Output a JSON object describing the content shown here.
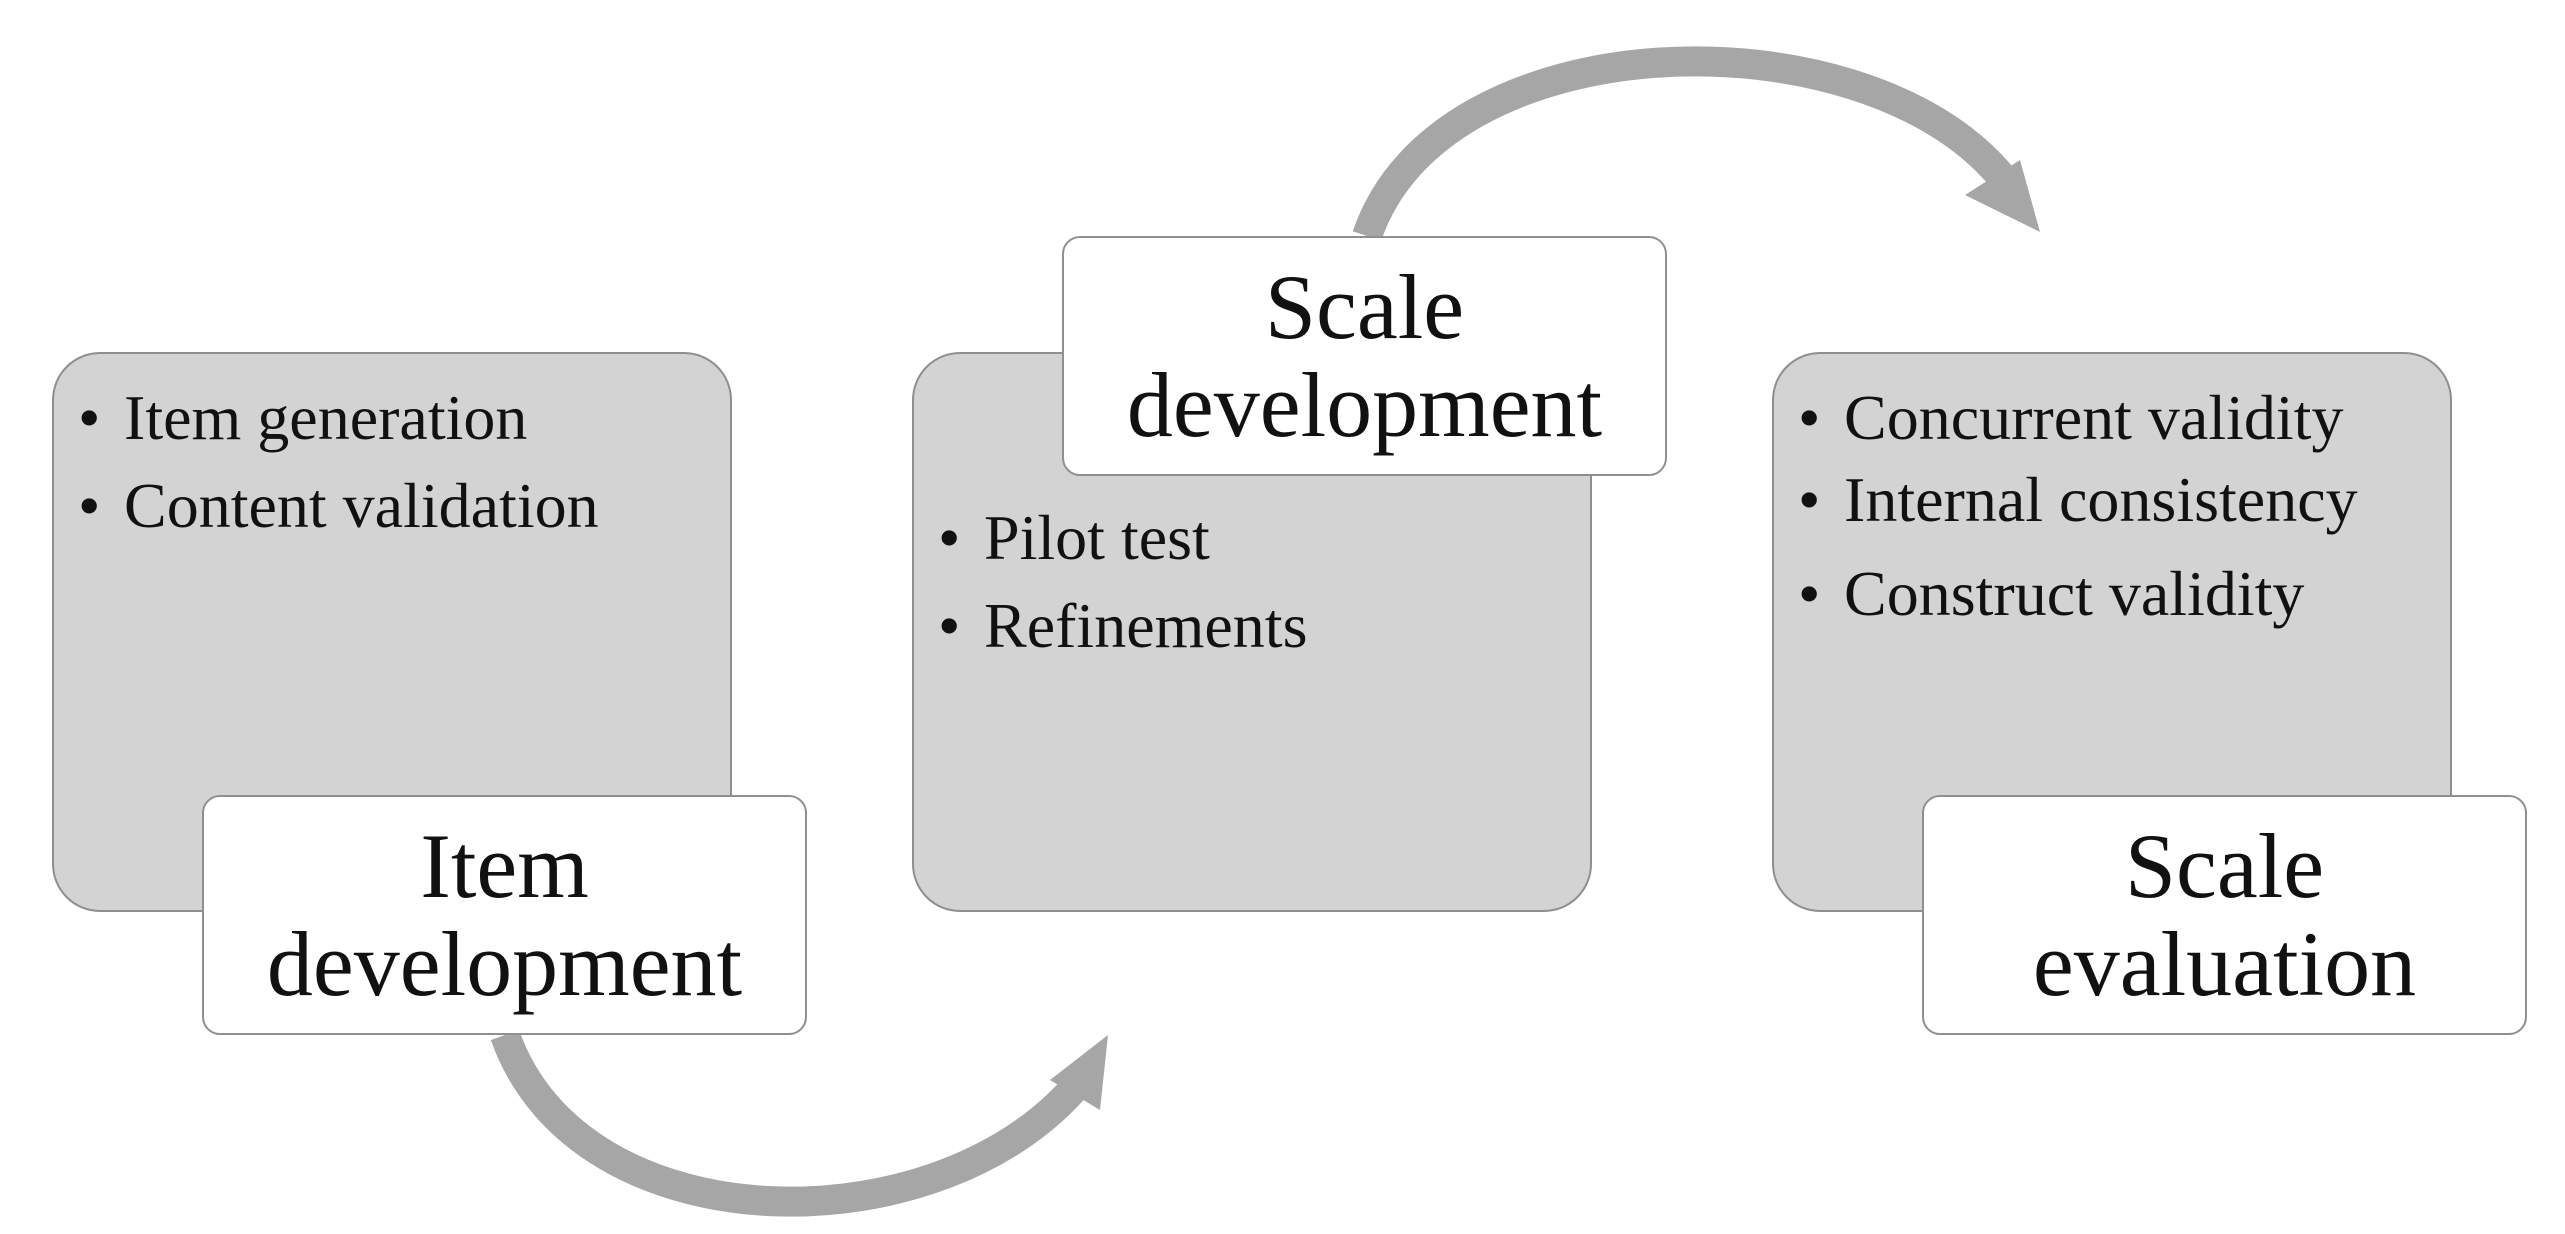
{
  "stages": [
    {
      "title_line1": "Item",
      "title_line2": "development",
      "bullets": [
        "Item generation",
        "Content validation"
      ]
    },
    {
      "title_line1": "Scale",
      "title_line2": "development",
      "bullets": [
        "Pilot test",
        "Refinements"
      ]
    },
    {
      "title_line1": "Scale",
      "title_line2": "evaluation",
      "bullets": [
        "Concurrent validity",
        "Internal consistency",
        "Construct validity"
      ]
    }
  ],
  "colors": {
    "box_fill": "#d3d3d3",
    "box_border": "#8f8f8f",
    "label_fill": "#ffffff",
    "arrow": "#a6a6a6",
    "text": "#111111"
  }
}
